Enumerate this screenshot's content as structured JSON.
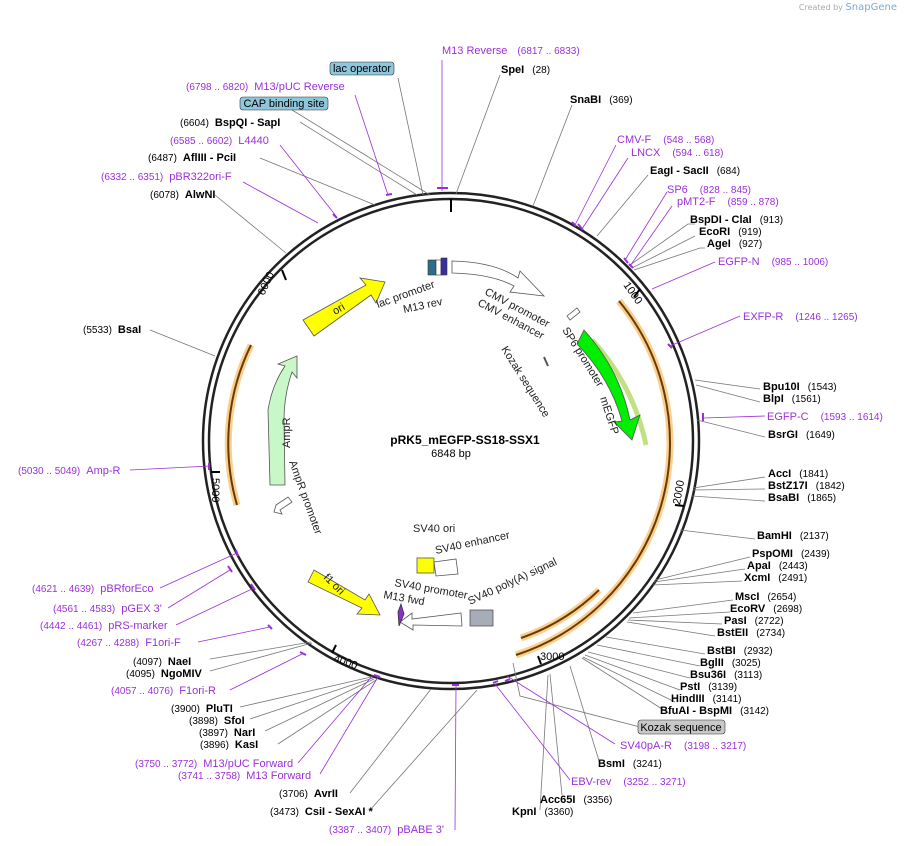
{
  "credit": {
    "prefix": "Created by",
    "brand": "SnapGene"
  },
  "plasmid": {
    "name": "pRK5_mEGFP-SS18-SSX1",
    "size": "6848 bp"
  },
  "ticks": [
    "1000",
    "2000",
    "3000",
    "4000",
    "5000",
    "6000"
  ],
  "boxes": [
    {
      "text": "lac operator",
      "color": "#8ec6dc"
    },
    {
      "text": "CAP binding site",
      "color": "#8ec6dc"
    },
    {
      "text": "Kozak sequence",
      "color": "#c8c8c8"
    }
  ],
  "enzymes": [
    {
      "name": "SpeI",
      "pos": "(28)"
    },
    {
      "name": "SnaBI",
      "pos": "(369)"
    },
    {
      "name": "EagI  -  SacII",
      "pos": "(684)"
    },
    {
      "name": "BspDI  -  ClaI",
      "pos": "(913)"
    },
    {
      "name": "EcoRI",
      "pos": "(919)"
    },
    {
      "name": "AgeI",
      "pos": "(927)"
    },
    {
      "name": "Bpu10I",
      "pos": "(1543)"
    },
    {
      "name": "BlpI",
      "pos": "(1561)"
    },
    {
      "name": "BsrGI",
      "pos": "(1649)"
    },
    {
      "name": "AccI",
      "pos": "(1841)"
    },
    {
      "name": "BstZ17I",
      "pos": "(1842)"
    },
    {
      "name": "BsaBI",
      "pos": "(1865)"
    },
    {
      "name": "BamHI",
      "pos": "(2137)"
    },
    {
      "name": "PspOMI",
      "pos": "(2439)"
    },
    {
      "name": "ApaI",
      "pos": "(2443)"
    },
    {
      "name": "XcmI",
      "pos": "(2491)"
    },
    {
      "name": "MscI",
      "pos": "(2654)"
    },
    {
      "name": "EcoRV",
      "pos": "(2698)"
    },
    {
      "name": "PasI",
      "pos": "(2722)"
    },
    {
      "name": "BstEII",
      "pos": "(2734)"
    },
    {
      "name": "BstBI",
      "pos": "(2932)"
    },
    {
      "name": "BglII",
      "pos": "(3025)"
    },
    {
      "name": "Bsu36I",
      "pos": "(3113)"
    },
    {
      "name": "PstI",
      "pos": "(3139)"
    },
    {
      "name": "HindIII",
      "pos": "(3141)"
    },
    {
      "name": "BfuAI  -  BspMI",
      "pos": "(3142)"
    },
    {
      "name": "BsmI",
      "pos": "(3241)"
    },
    {
      "name": "Acc65I",
      "pos": "(3356)"
    },
    {
      "name": "KpnI",
      "pos": "(3360)"
    },
    {
      "name": "CsiI  -  SexAI *",
      "pos": "(3473)"
    },
    {
      "name": "AvrII",
      "pos": "(3706)"
    },
    {
      "name": "KasI",
      "pos": "(3896)"
    },
    {
      "name": "NarI",
      "pos": "(3897)"
    },
    {
      "name": "SfoI",
      "pos": "(3898)"
    },
    {
      "name": "PluTI",
      "pos": "(3900)"
    },
    {
      "name": "NgoMIV",
      "pos": "(4095)"
    },
    {
      "name": "NaeI",
      "pos": "(4097)"
    },
    {
      "name": "BsaI",
      "pos": "(5533)"
    },
    {
      "name": "AlwNI",
      "pos": "(6078)"
    },
    {
      "name": "AflIII  -  PciI",
      "pos": "(6487)"
    },
    {
      "name": "BspQI  -  SapI",
      "pos": "(6604)"
    }
  ],
  "primers": [
    {
      "name": "M13 Reverse",
      "pos": "(6817 .. 6833)"
    },
    {
      "name": "M13/pUC Reverse",
      "pos": "(6798 .. 6820)"
    },
    {
      "name": "L4440",
      "pos": "(6585 .. 6602)"
    },
    {
      "name": "pBR322ori-F",
      "pos": "(6332 .. 6351)"
    },
    {
      "name": "CMV-F",
      "pos": "(548 .. 568)"
    },
    {
      "name": "LNCX",
      "pos": "(594 .. 618)"
    },
    {
      "name": "SP6",
      "pos": "(828 .. 845)"
    },
    {
      "name": "pMT2-F",
      "pos": "(859 .. 878)"
    },
    {
      "name": "EGFP-N",
      "pos": "(985 .. 1006)"
    },
    {
      "name": "EXFP-R",
      "pos": "(1246 .. 1265)"
    },
    {
      "name": "EGFP-C",
      "pos": "(1593 .. 1614)"
    },
    {
      "name": "SV40pA-R",
      "pos": "(3198 .. 3217)"
    },
    {
      "name": "EBV-rev",
      "pos": "(3252 .. 3271)"
    },
    {
      "name": "pBABE 3'",
      "pos": "(3387 .. 3407)"
    },
    {
      "name": "M13 Forward",
      "pos": "(3741 .. 3758)"
    },
    {
      "name": "M13/pUC Forward",
      "pos": "(3750 .. 3772)"
    },
    {
      "name": "F1ori-R",
      "pos": "(4057 .. 4076)"
    },
    {
      "name": "F1ori-F",
      "pos": "(4267 .. 4288)"
    },
    {
      "name": "pRS-marker",
      "pos": "(4442 .. 4461)"
    },
    {
      "name": "pGEX 3'",
      "pos": "(4561 .. 4583)"
    },
    {
      "name": "pBRforEco",
      "pos": "(4621 .. 4639)"
    },
    {
      "name": "Amp-R",
      "pos": "(5030 .. 5049)"
    }
  ],
  "features": [
    "lac promoter",
    "M13 rev",
    "CMV promoter",
    "CMV enhancer",
    "SP6 promoter",
    "Kozak sequence",
    "mEGFP",
    "ori",
    "AmpR",
    "AmpR promoter",
    "SV40 ori",
    "SV40 enhancer",
    "f1 ori",
    "SV40 promoter",
    "M13 fwd",
    "SV40 poly(A) signal"
  ],
  "colors": {
    "primer": "#9b30d9",
    "ori": "#ffff00",
    "egfp": "#00ee00",
    "ampr": "#c8f7c8",
    "orf": "#f4a020",
    "lacop": "#8ec6dc",
    "kozak": "#c8c8c8"
  }
}
